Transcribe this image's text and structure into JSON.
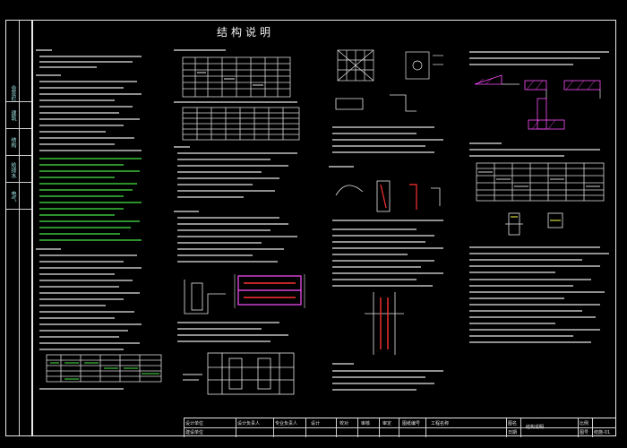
{
  "drawing": {
    "title": "结构说明",
    "title_block": {
      "company_label_1": "设计单位",
      "company_label_2": "建设单位",
      "cells": [
        "设计负责人",
        "专业负责人",
        "设计",
        "校对",
        "审核",
        "审定",
        "图纸编号",
        "工程名称"
      ],
      "sheet_label": "图名",
      "sheet_name": "结构说明",
      "sheet_no_label": "图号",
      "sheet_no": "结施-01",
      "date_label": "日期",
      "scale_label": "比例"
    },
    "sidebar": {
      "labels": [
        "会签栏",
        "建筑",
        "结构",
        "给排水",
        "电气"
      ]
    },
    "colors": {
      "background": "#000000",
      "frame": "#e8e8e8",
      "text": "#e6e6e6",
      "green": "#47e847",
      "magenta": "#ff4fff",
      "yellow": "#ffff4a",
      "cyan": "#9fe0e0",
      "red": "#ff3030"
    }
  }
}
